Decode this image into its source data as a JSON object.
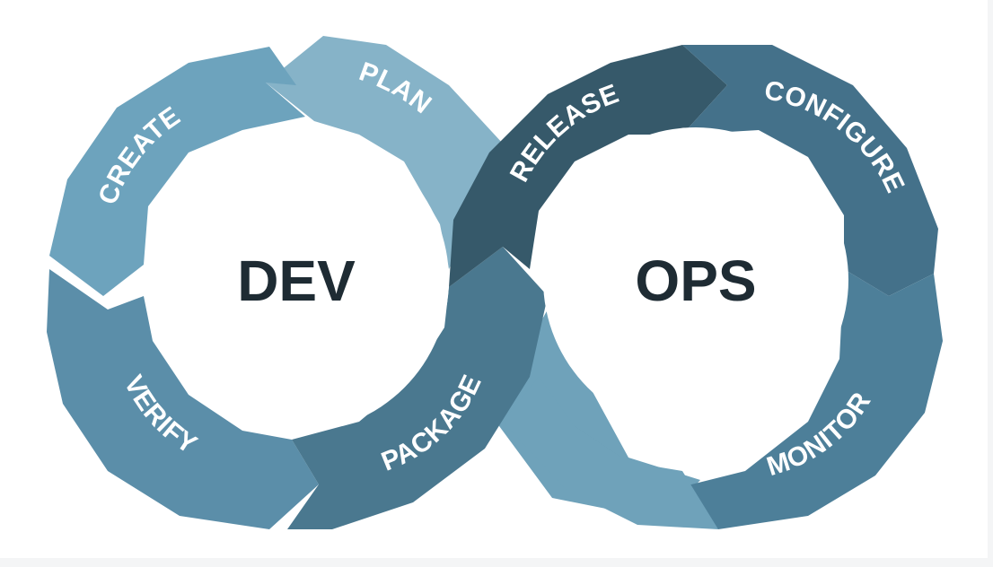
{
  "diagram": {
    "dev_label": "DEV",
    "ops_label": "OPS",
    "segments": {
      "plan": "PLAN",
      "create": "CREATE",
      "verify": "VERIFY",
      "package": "PACKAGE",
      "release": "RELEASE",
      "configure": "CONFIGURE",
      "monitor": "MONITOR"
    },
    "colors": {
      "plan": "#86b3c8",
      "create": "#6da3bd",
      "verify": "#5b8ea9",
      "package": "#4a788f",
      "release": "#36596a",
      "configure": "#44718a",
      "monitor": "#4d7f99",
      "crossover": "#6fa2ba",
      "center_text": "#1e2b33"
    }
  }
}
